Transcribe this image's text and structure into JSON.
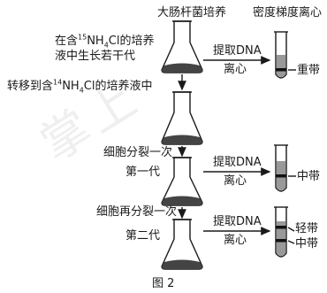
{
  "headers": {
    "culture": "大肠杆菌培养",
    "centrifuge": "密度梯度离心"
  },
  "steps": {
    "grow_line1_prefix": "在含",
    "grow_sup": "15",
    "grow_line1_mid": "NH",
    "grow_sub": "4",
    "grow_line1_suffix": "Cl的培养",
    "grow_line2": "液中生长若干代",
    "transfer_prefix": "转移到含",
    "transfer_sup": "14",
    "transfer_mid": "NH",
    "transfer_sub": "4",
    "transfer_suffix": "Cl的培养液中",
    "divide_once": "细胞分裂一次",
    "divide_again": "细胞再分裂一次"
  },
  "generations": {
    "first": "第一代",
    "second": "第二代"
  },
  "process": {
    "extract": "提取DNA",
    "centrifuge": "离心"
  },
  "bands": {
    "heavy": "重带",
    "middle": "中带",
    "light": "轻带"
  },
  "figure_label": "图 2",
  "watermark": "掌上"
}
